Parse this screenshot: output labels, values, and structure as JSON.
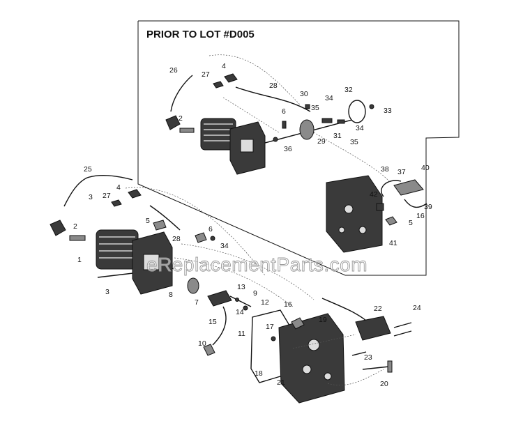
{
  "inset_title": "PRIOR TO LOT #D005",
  "watermark": "eReplacementParts.com",
  "part_numbers": {
    "inset": [
      "26",
      "27",
      "4",
      "28",
      "30",
      "34",
      "32",
      "33",
      "2",
      "6",
      "35",
      "31",
      "34",
      "35",
      "29",
      "36",
      "38",
      "37",
      "40",
      "42",
      "39",
      "16",
      "5",
      "41"
    ],
    "main": [
      "25",
      "4",
      "27",
      "3",
      "2",
      "1",
      "5",
      "28",
      "6",
      "34",
      "3",
      "13",
      "9",
      "8",
      "7",
      "12",
      "14",
      "16",
      "15",
      "11",
      "10",
      "17",
      "19",
      "22",
      "24",
      "18",
      "21",
      "23",
      "20"
    ]
  }
}
